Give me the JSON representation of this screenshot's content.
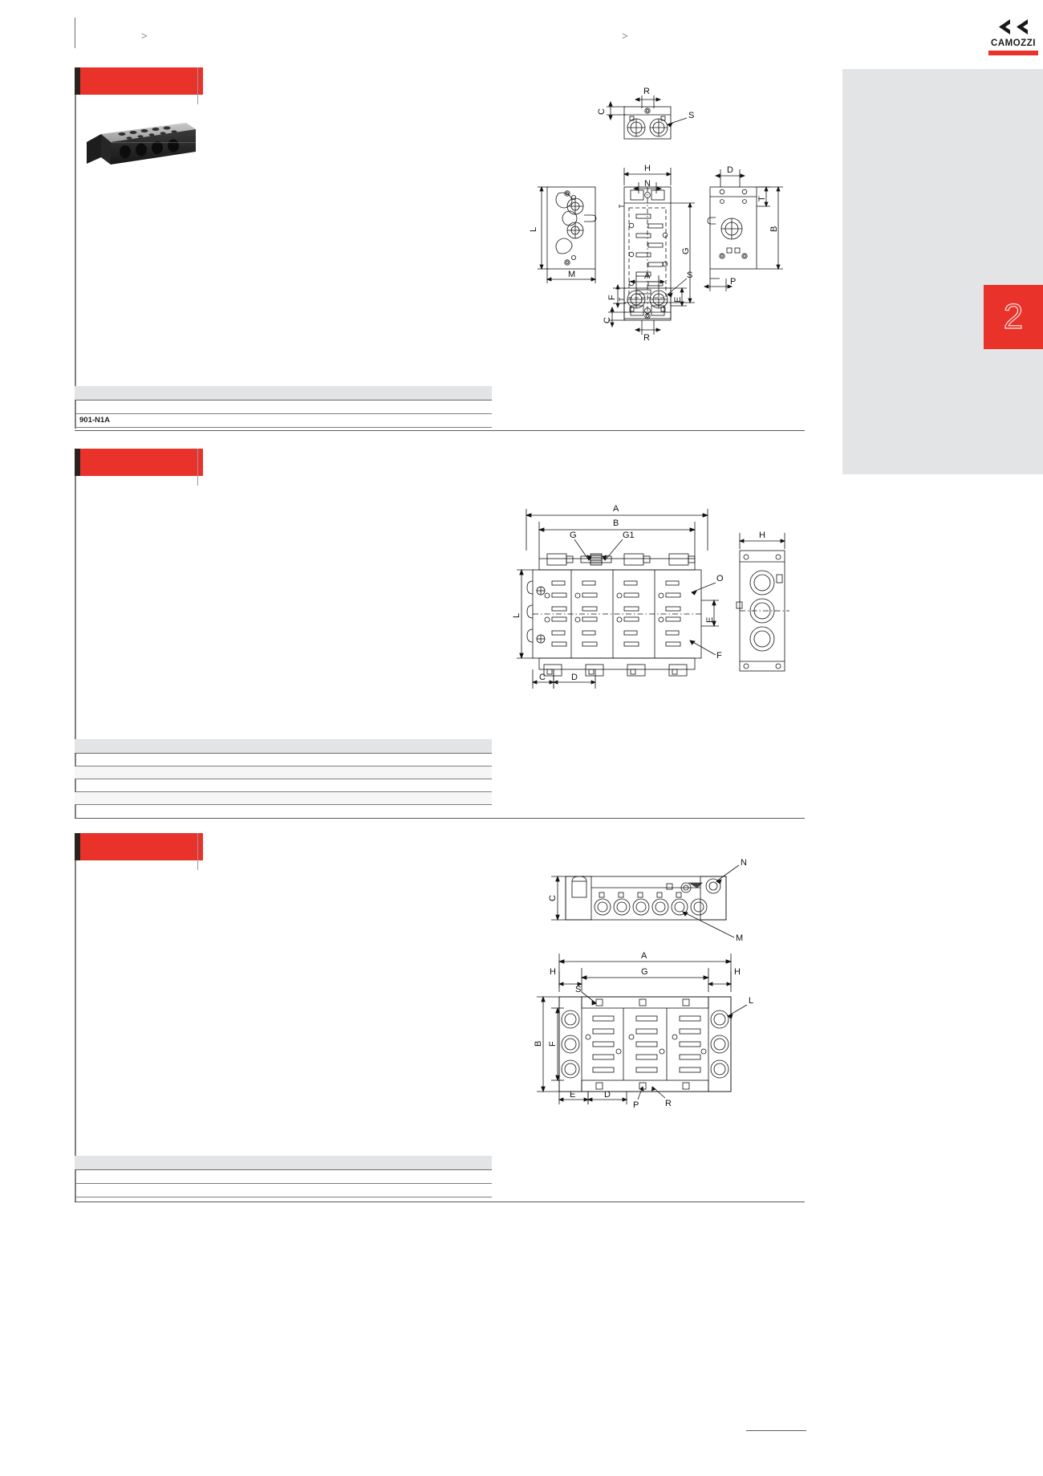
{
  "brand": {
    "name": "CAMOZZI",
    "logo_icon": "camozzi-chevrons-logo",
    "accent_color": "#e8322a",
    "wordmark_color": "#1a1a1a"
  },
  "chapter_tab": {
    "number": "2",
    "tab_color": "#e8322a",
    "rail_color": "#e3e4e6"
  },
  "header": {
    "chevron_left": ">",
    "chevron_right": ">",
    "left_text": "",
    "right_text": ""
  },
  "sections": [
    {
      "id": "section-1",
      "title": "",
      "header_color": "#e8322a",
      "product_photo": {
        "icon": "manifold-base-photo",
        "alt": "pneumatic sub-base manifold"
      },
      "drawing": {
        "name": "sub-base-dimensional-drawing",
        "views": [
          "top-view",
          "front-view",
          "side-view",
          "bottom-view"
        ],
        "dimension_labels": [
          "R",
          "C",
          "S",
          "H",
          "N",
          "G",
          "L",
          "M",
          "D",
          "T",
          "B",
          "P",
          "A",
          "F",
          "E"
        ]
      },
      "table": {
        "header_cells": [
          "",
          "",
          "",
          "",
          "",
          ""
        ],
        "rows": [
          {
            "style": "plain",
            "cells": [
              "",
              "",
              "",
              "",
              "",
              ""
            ]
          },
          {
            "style": "code",
            "cells": [
              "901-N1A",
              "",
              "",
              "",
              "",
              ""
            ]
          }
        ]
      }
    },
    {
      "id": "section-2",
      "title": "",
      "header_color": "#e8322a",
      "drawing": {
        "name": "manifold-block-dimensional-drawing",
        "views": [
          "front-view",
          "side-view"
        ],
        "dimension_labels": [
          "A",
          "B",
          "G",
          "G1",
          "O",
          "E",
          "F",
          "L",
          "C",
          "D",
          "H"
        ]
      },
      "table": {
        "header_cells": [
          "",
          "",
          "",
          "",
          "",
          ""
        ],
        "rows": [
          {
            "style": "plain",
            "cells": [
              "",
              "",
              "",
              "",
              "",
              ""
            ]
          },
          {
            "style": "alt",
            "cells": [
              "",
              "",
              "",
              "",
              "",
              ""
            ]
          },
          {
            "style": "plain",
            "cells": [
              "",
              "",
              "",
              "",
              "",
              ""
            ]
          },
          {
            "style": "alt",
            "cells": [
              "",
              "",
              "",
              "",
              "",
              ""
            ]
          }
        ]
      }
    },
    {
      "id": "section-3",
      "title": "",
      "header_color": "#e8322a",
      "drawing": {
        "name": "valve-island-dimensional-drawing",
        "views": [
          "top-view",
          "front-view"
        ],
        "dimension_labels": [
          "N",
          "C",
          "M",
          "A",
          "G",
          "H",
          "S",
          "L",
          "B",
          "F",
          "E",
          "D",
          "P",
          "R"
        ]
      },
      "table": {
        "header_cells": [
          "",
          "",
          "",
          "",
          "",
          ""
        ],
        "rows": [
          {
            "style": "plain",
            "cells": [
              "",
              "",
              "",
              "",
              "",
              ""
            ]
          },
          {
            "style": "plain",
            "cells": [
              "",
              "",
              "",
              "",
              "",
              ""
            ]
          }
        ]
      }
    }
  ],
  "footer": {
    "rule": true,
    "page_number": ""
  }
}
